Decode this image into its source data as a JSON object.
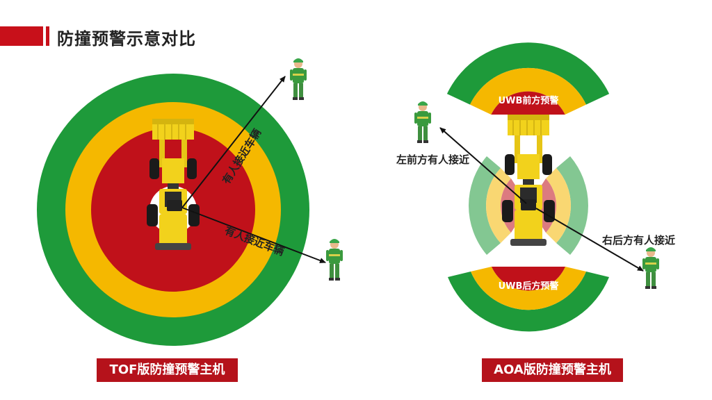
{
  "title": "防撞预警示意对比",
  "left_panel": {
    "caption": "TOF版防撞预警主机",
    "label_upper": "有人接近车辆",
    "label_lower": "有人接近车辆"
  },
  "right_panel": {
    "caption": "AOA版防撞预警主机",
    "front_zone_label": "UWB前方预警",
    "rear_zone_label": "UWB后方预警",
    "label_front_left": "左前方有人接近",
    "label_rear_right": "右后方有人接近"
  },
  "colors": {
    "brand_red": "#c8101a",
    "zone_green": "#1e9a3a",
    "zone_yellow": "#f5b800",
    "zone_red": "#c0111a",
    "loader_yellow": "#f2d21c"
  },
  "icons": [
    "worker-icon",
    "loader-icon",
    "arrow-icon"
  ]
}
